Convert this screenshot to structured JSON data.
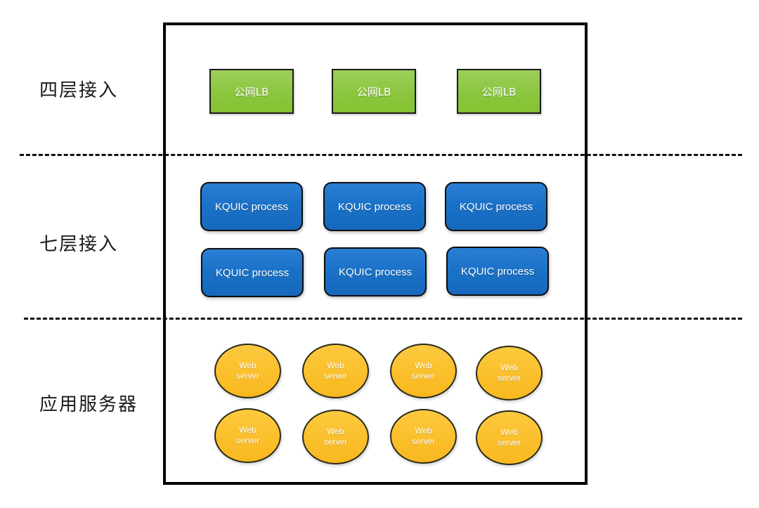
{
  "diagram": {
    "title": "",
    "type": "layered-architecture",
    "colors": {
      "frame_border": "#000000",
      "divider": "#111111",
      "layer4_node": "#8cc63e",
      "layer7_node": "#1a72c8",
      "app_node": "#fbc02d",
      "node_text": "#ffffff",
      "label_text": "#1a1a1a",
      "background": "#ffffff"
    },
    "tiers": [
      {
        "id": "layer4",
        "label": "四层接入",
        "node_shape": "rectangle",
        "node_color": "#8cc63e",
        "nodes": [
          {
            "label": "公网LB"
          },
          {
            "label": "公网LB"
          },
          {
            "label": "公网LB"
          }
        ]
      },
      {
        "id": "layer7",
        "label": "七层接入",
        "node_shape": "rounded-rectangle",
        "node_color": "#1a72c8",
        "nodes": [
          {
            "label": "KQUIC process"
          },
          {
            "label": "KQUIC process"
          },
          {
            "label": "KQUIC process"
          },
          {
            "label": "KQUIC process"
          },
          {
            "label": "KQUIC process"
          },
          {
            "label": "KQUIC process"
          }
        ]
      },
      {
        "id": "app",
        "label": "应用服务器",
        "node_shape": "ellipse",
        "node_color": "#fbc02d",
        "nodes": [
          {
            "line1": "Web",
            "line2": "server"
          },
          {
            "line1": "Web",
            "line2": "server"
          },
          {
            "line1": "Web",
            "line2": "server"
          },
          {
            "line1": "Web",
            "line2": "server"
          },
          {
            "line1": "Web",
            "line2": "server"
          },
          {
            "line1": "Web",
            "line2": "server"
          },
          {
            "line1": "Web",
            "line2": "server"
          },
          {
            "line1": "Web",
            "line2": "server"
          }
        ]
      }
    ]
  }
}
